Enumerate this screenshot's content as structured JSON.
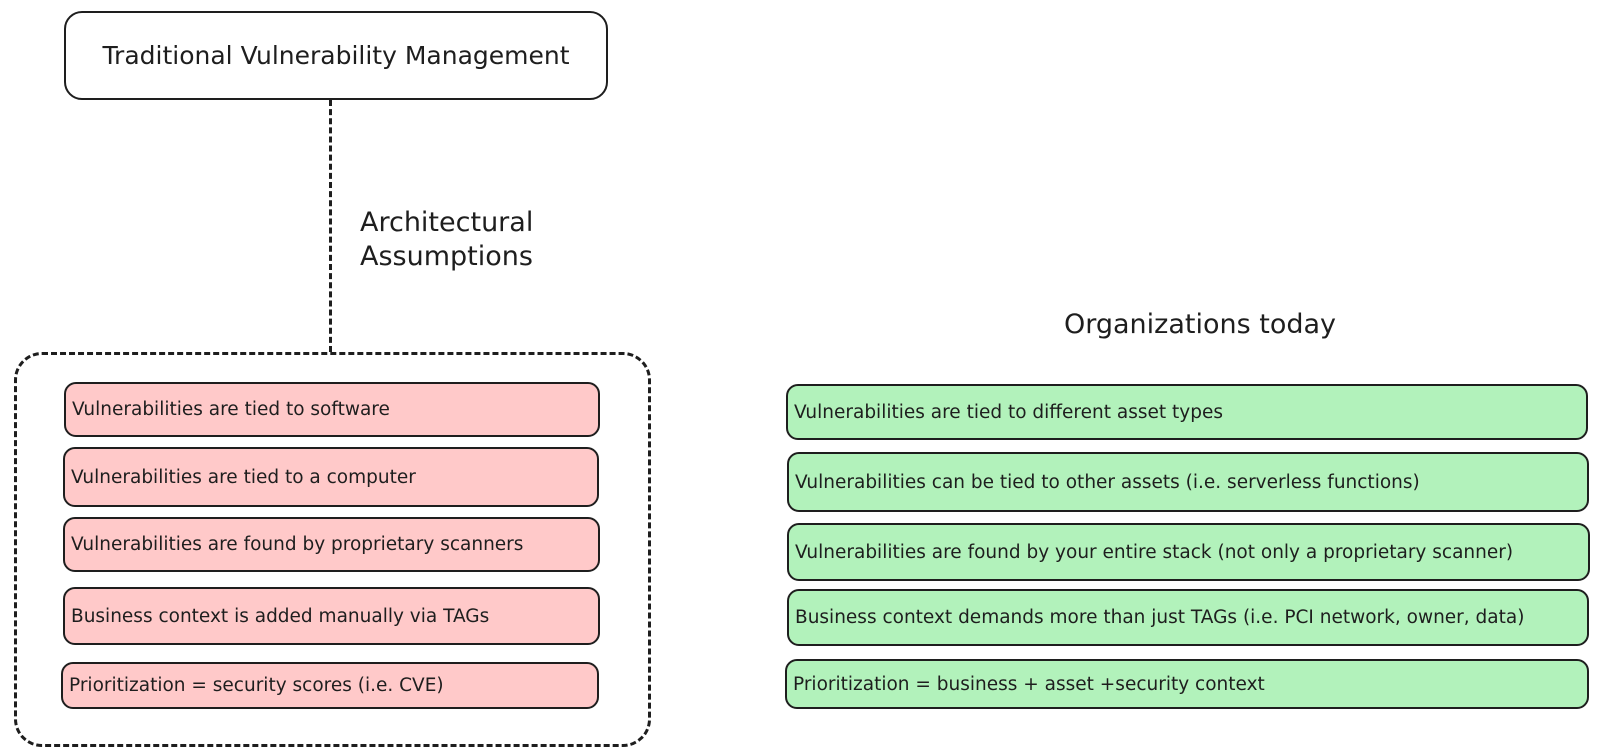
{
  "diagram": {
    "title": "Traditional Vulnerability Management",
    "connector_label_line1": "Architectural",
    "connector_label_line2": "Assumptions",
    "right_heading": "Organizations today",
    "traditional_items": [
      "Vulnerabilities are tied to software",
      "Vulnerabilities are tied to a computer",
      "Vulnerabilities are found by proprietary scanners",
      "Business context is added manually via TAGs",
      "Prioritization = security scores (i.e. CVE)"
    ],
    "modern_items": [
      "Vulnerabilities are tied to different asset types",
      "Vulnerabilities can be tied to other assets (i.e. serverless functions)",
      "Vulnerabilities are found by your entire stack (not only a proprietary scanner)",
      "Business context demands more than just TAGs (i.e. PCI network, owner, data)",
      "Prioritization = business + asset +security context"
    ],
    "colors": {
      "traditional_fill": "#ffc9c9",
      "modern_fill": "#b2f2bb",
      "stroke": "#1e1e1e"
    }
  }
}
